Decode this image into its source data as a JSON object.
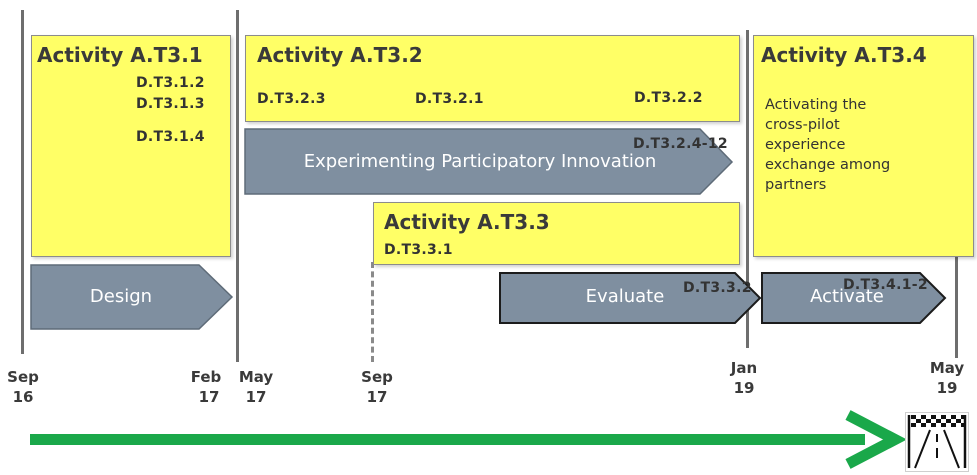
{
  "activities": {
    "a31": {
      "title": "Activity A.T3.1",
      "deliverables": [
        "D.T3.1.2",
        "D.T3.1.3",
        "D.T3.1.4"
      ]
    },
    "a32": {
      "title": "Activity A.T3.2",
      "deliverables": [
        "D.T3.2.3",
        "D.T3.2.1",
        "D.T3.2.2",
        "D.T3.2.4-12"
      ]
    },
    "a33": {
      "title": "Activity A.T3.3",
      "deliverables": [
        "D.T3.3.1",
        "D.T3.3.2"
      ]
    },
    "a34": {
      "title": "Activity A.T3.4",
      "description": "Activating the\ncross-pilot\nexperience\nexchange among\npartners",
      "deliverables": [
        "D.T3.4.1-2"
      ]
    }
  },
  "phases": {
    "design": "Design",
    "experimenting": "Experimenting Participatory Innovation",
    "evaluate": "Evaluate",
    "activate": "Activate"
  },
  "timeline": {
    "dates": [
      {
        "month": "Sep",
        "year": "16"
      },
      {
        "month": "Feb",
        "year": "17"
      },
      {
        "month": "May",
        "year": "17"
      },
      {
        "month": "Sep",
        "year": "17"
      },
      {
        "month": "Jan",
        "year": "19"
      },
      {
        "month": "May",
        "year": "19"
      }
    ]
  },
  "colors": {
    "activity_box": "#ffff66",
    "phase_arrow": "#7f8fa0",
    "progress_arrow": "#1aa84a"
  },
  "icons": {
    "finish": "finish-line-road-icon"
  }
}
